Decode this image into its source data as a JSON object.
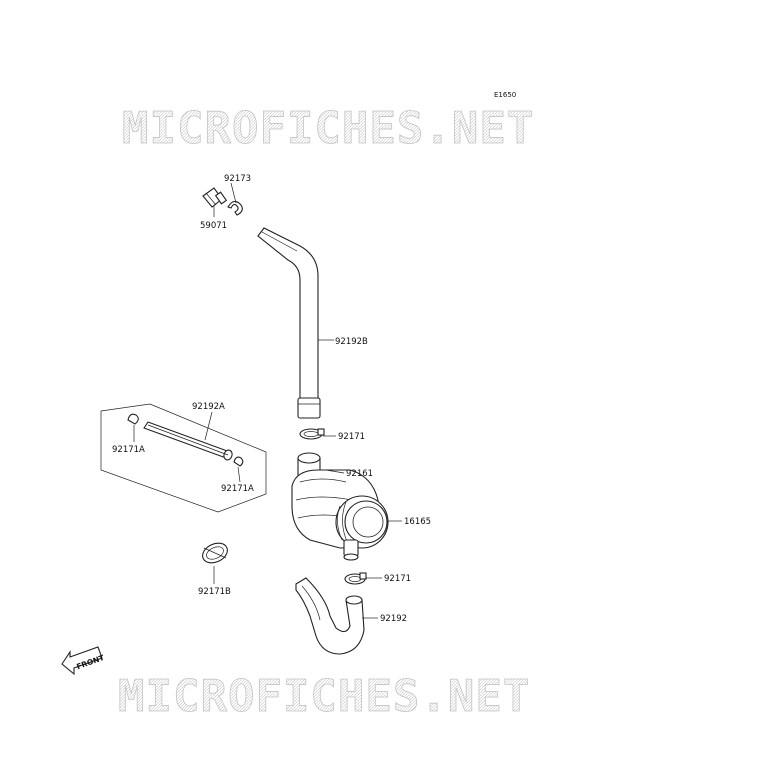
{
  "diagram": {
    "ref_code": "E1650",
    "watermark_text": "MICROFICHES.NET",
    "front_label": "FRONT",
    "callouts": [
      {
        "id": "c-92173",
        "label": "92173"
      },
      {
        "id": "c-59071",
        "label": "59071"
      },
      {
        "id": "c-92192b",
        "label": "92192B"
      },
      {
        "id": "c-92192a",
        "label": "92192A"
      },
      {
        "id": "c-92171a-1",
        "label": "92171A"
      },
      {
        "id": "c-92171a-2",
        "label": "92171A"
      },
      {
        "id": "c-92171-1",
        "label": "92171"
      },
      {
        "id": "c-92161",
        "label": "92161"
      },
      {
        "id": "c-16165",
        "label": "16165"
      },
      {
        "id": "c-92171b",
        "label": "92171B"
      },
      {
        "id": "c-92171-2",
        "label": "92171"
      },
      {
        "id": "c-92192",
        "label": "92192"
      }
    ],
    "colors": {
      "line": "#222222",
      "watermark_fill": "#f2f2f2",
      "watermark_stroke": "#c8c8c8"
    }
  }
}
